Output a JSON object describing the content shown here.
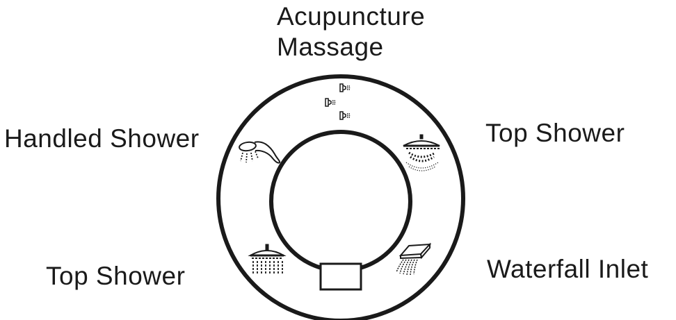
{
  "labels": {
    "acupuncture_line1": "Acupuncture",
    "acupuncture_line2": "Massage",
    "handled_shower": "Handled Shower",
    "top_shower_right": "Top Shower",
    "top_shower_left": "Top Shower",
    "waterfall_inlet": "Waterfall Inlet"
  },
  "icons": {
    "acupuncture": "acupuncture-massage-icon",
    "handled_shower": "handheld-shower-icon",
    "top_shower_right": "rain-shower-icon",
    "top_shower_left": "top-shower-icon",
    "waterfall": "waterfall-spout-icon"
  },
  "colors": {
    "stroke": "#1a1a1a",
    "background": "#ffffff"
  }
}
